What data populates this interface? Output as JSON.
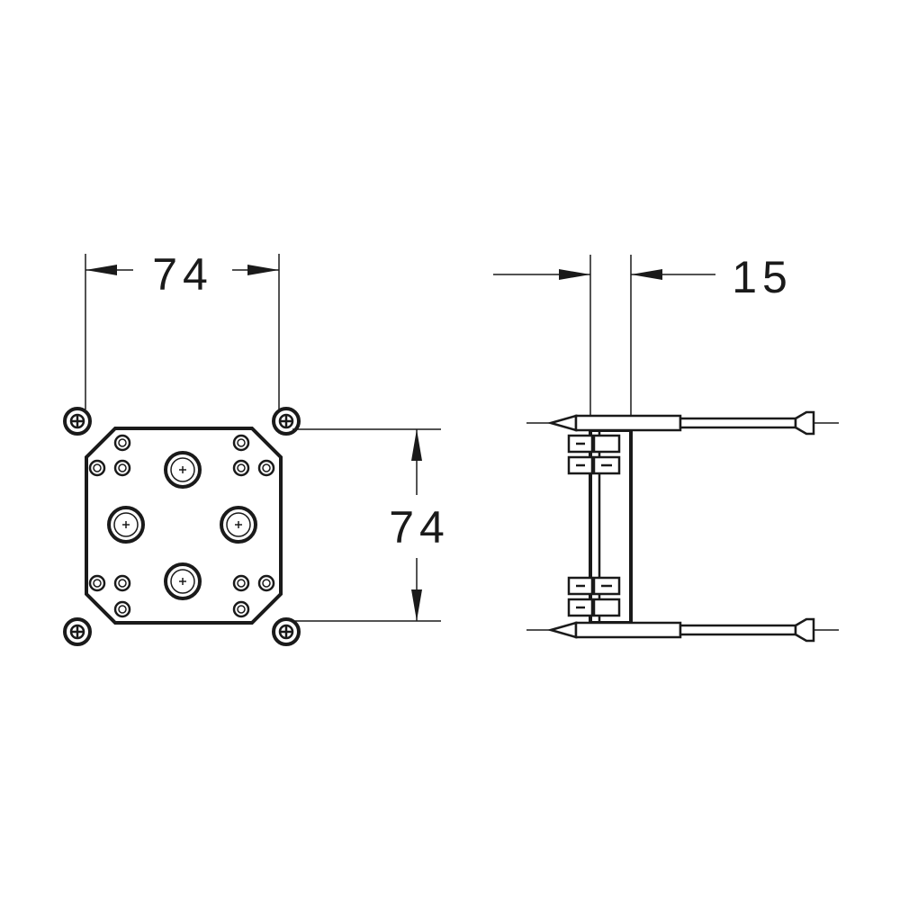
{
  "dimensions": {
    "front_width": "74",
    "front_height": "74",
    "side_depth": "15"
  },
  "colors": {
    "line": "#1a1a1a",
    "background": "#ffffff"
  }
}
